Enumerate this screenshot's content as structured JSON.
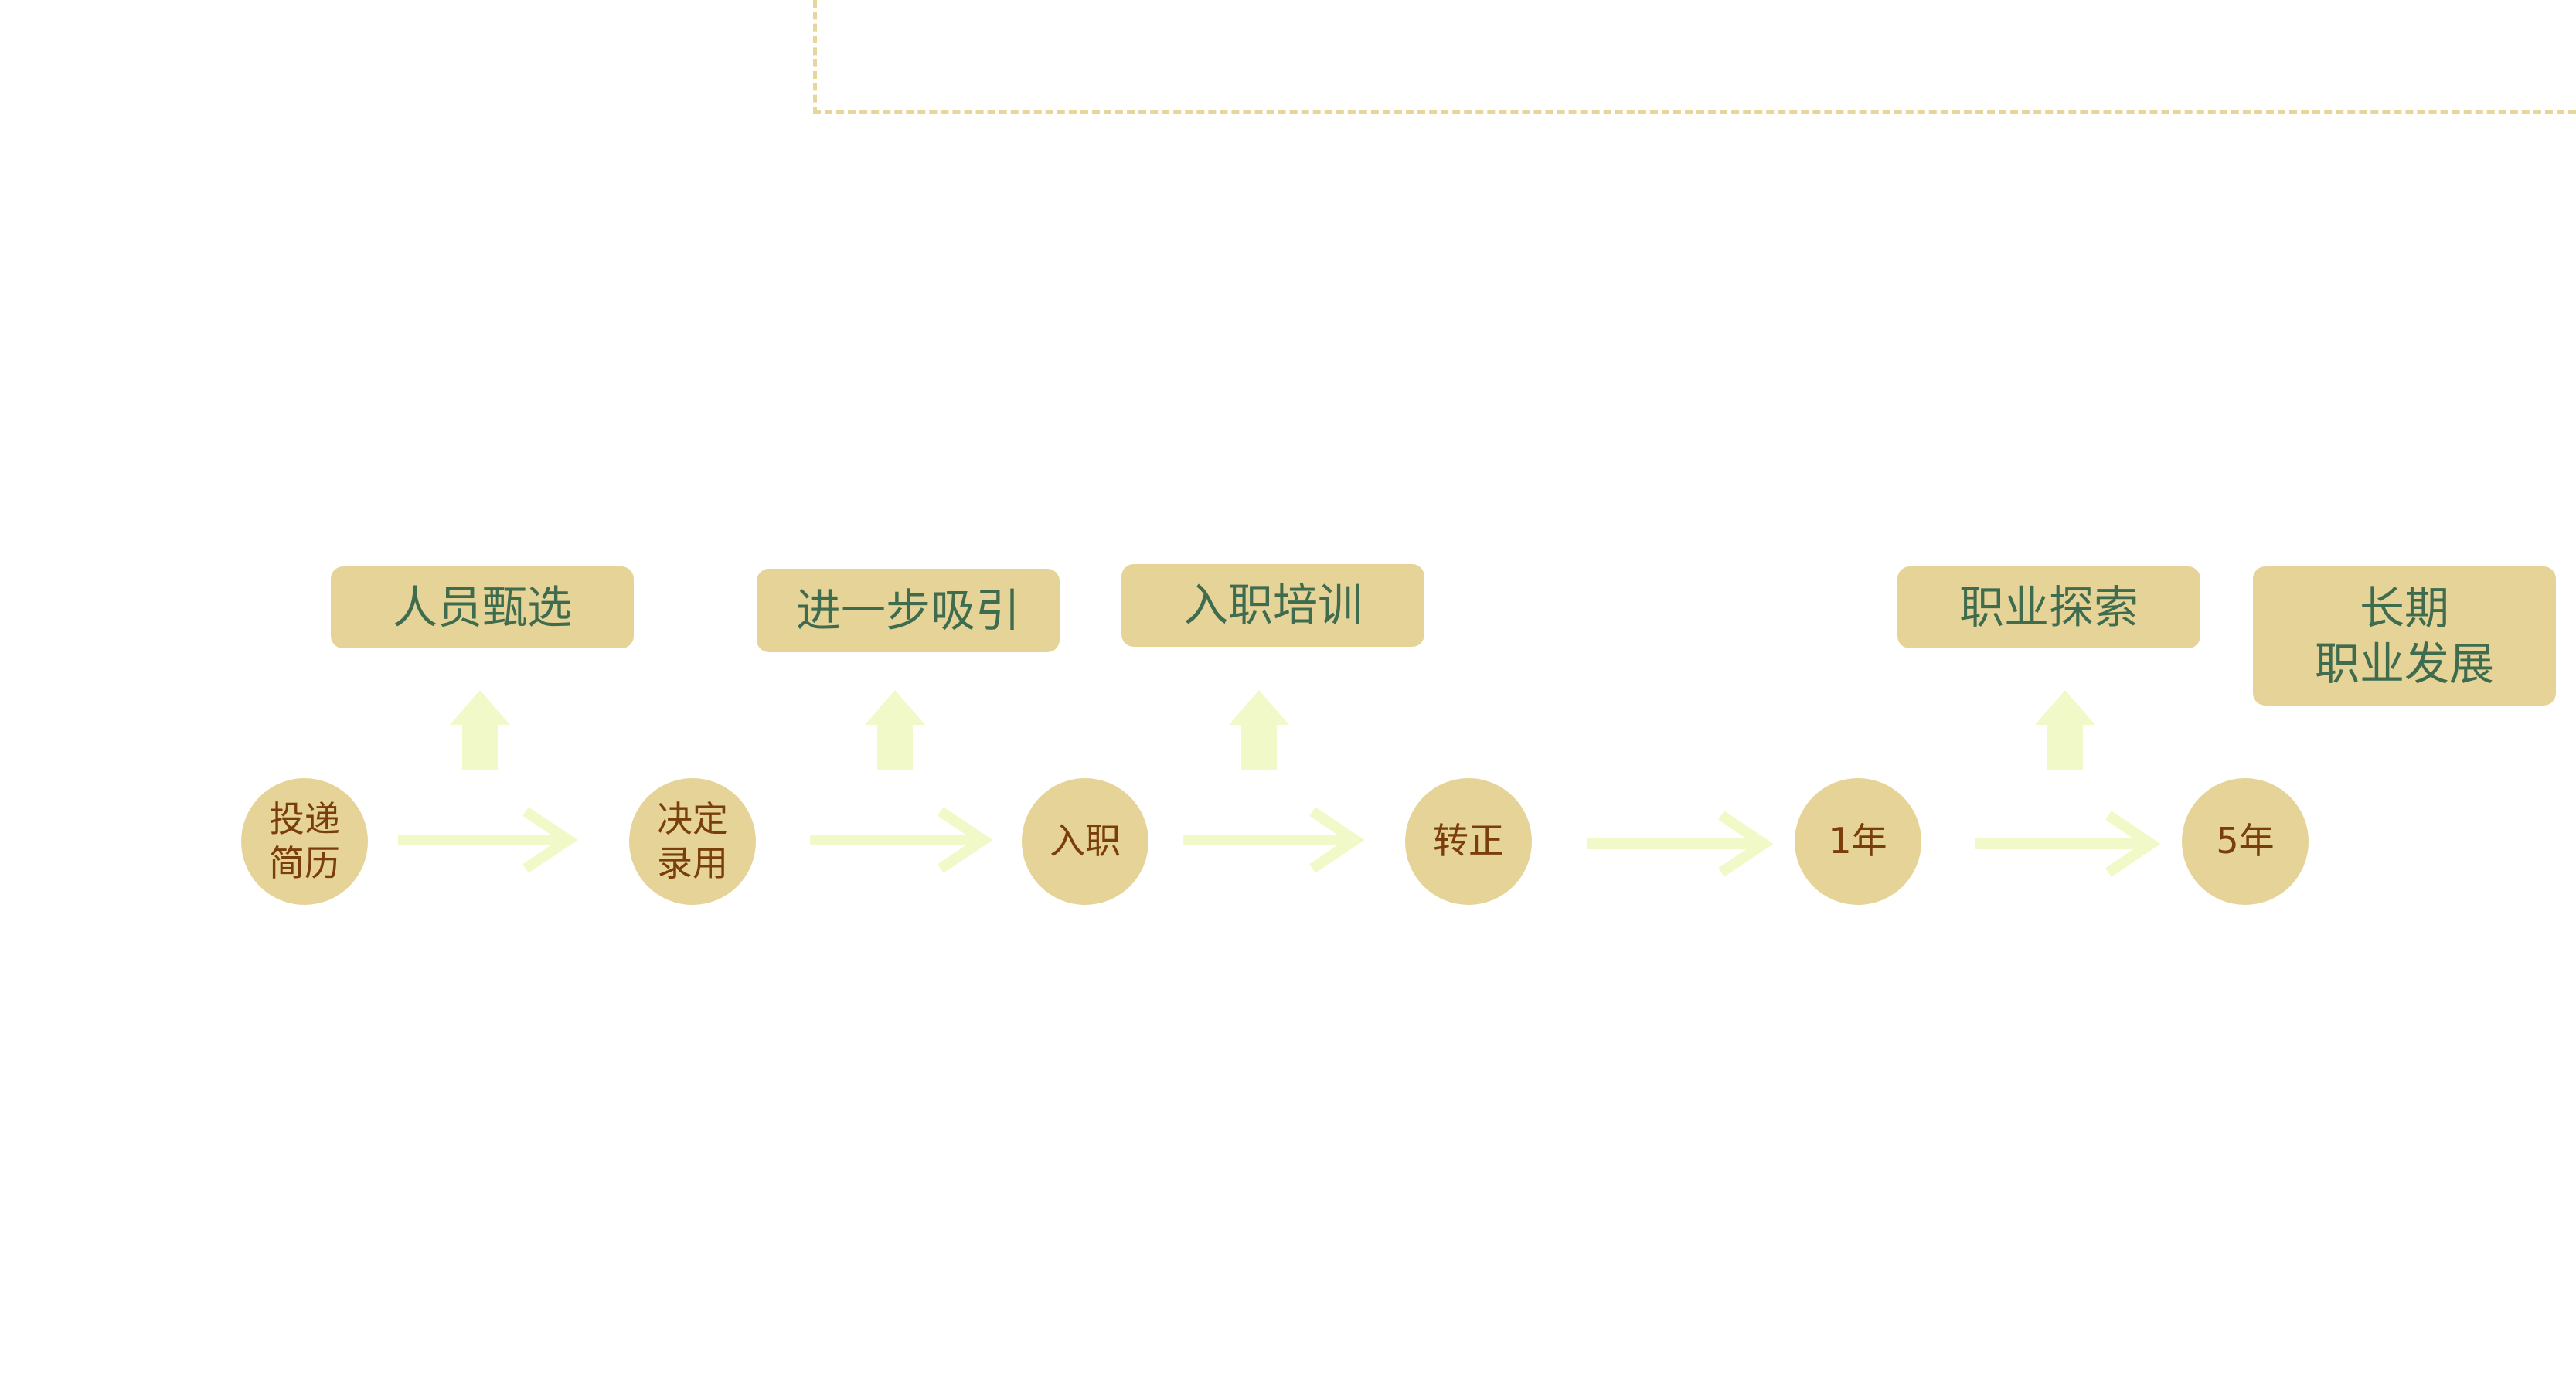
{
  "steps": [
    {
      "label": "投递\n简历"
    },
    {
      "label": "决定\n录用"
    },
    {
      "label": "入职"
    },
    {
      "label": "转正"
    },
    {
      "label": "1年"
    },
    {
      "label": "5年"
    }
  ],
  "stages": [
    {
      "label": "人员甄选"
    },
    {
      "label": "进一步吸引"
    },
    {
      "label": "入职培训"
    },
    {
      "label": "职业探索"
    },
    {
      "label": "长期\n职业发展"
    }
  ],
  "colors": {
    "box_fill": "#e5d397",
    "box_text": "#3f6b4e",
    "circle_text": "#7a3e0a",
    "arrow": "#f2f9c8",
    "dashed_frame": "#e8d59a"
  }
}
